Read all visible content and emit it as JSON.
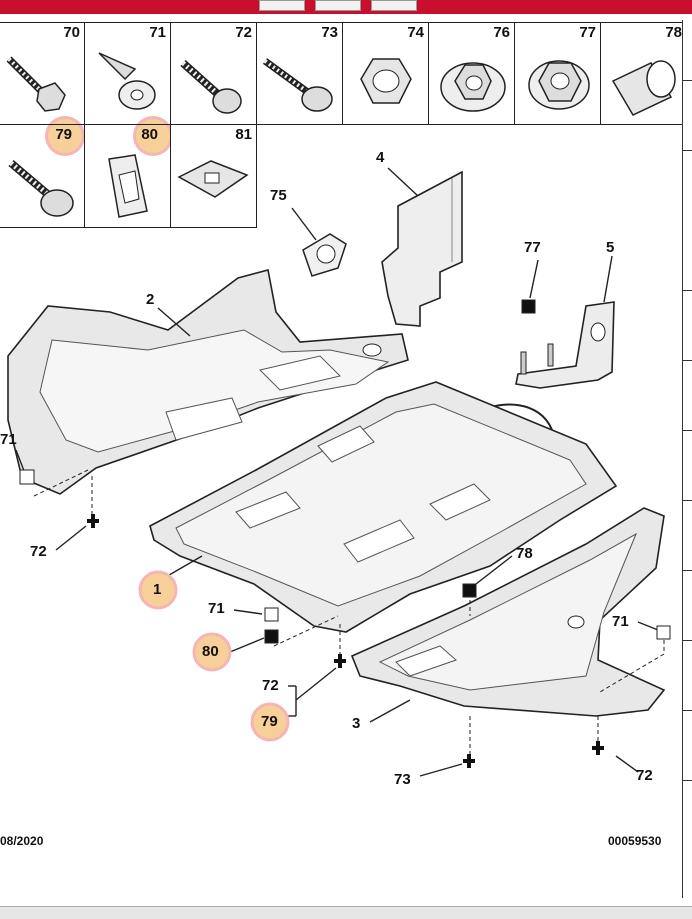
{
  "header": {
    "bar_color": "#c8102e"
  },
  "grid": [
    {
      "id": "70"
    },
    {
      "id": "71"
    },
    {
      "id": "72"
    },
    {
      "id": "73"
    },
    {
      "id": "74"
    },
    {
      "id": "76"
    },
    {
      "id": "77"
    },
    {
      "id": "78"
    },
    {
      "id": "79"
    },
    {
      "id": "80"
    },
    {
      "id": "81"
    }
  ],
  "labels": {
    "p75": "75",
    "p4": "4",
    "p77": "77",
    "p5": "5",
    "p2": "2",
    "p71a": "71",
    "p72a": "72",
    "p1": "1",
    "p71b": "71",
    "p80": "80",
    "p72b": "72",
    "p79": "79",
    "p78": "78",
    "p71c": "71",
    "p3": "3",
    "p73": "73",
    "p72c": "72"
  },
  "highlight_color": "#f7cf98",
  "footer": {
    "date": "08/2020",
    "code": "00059530"
  }
}
